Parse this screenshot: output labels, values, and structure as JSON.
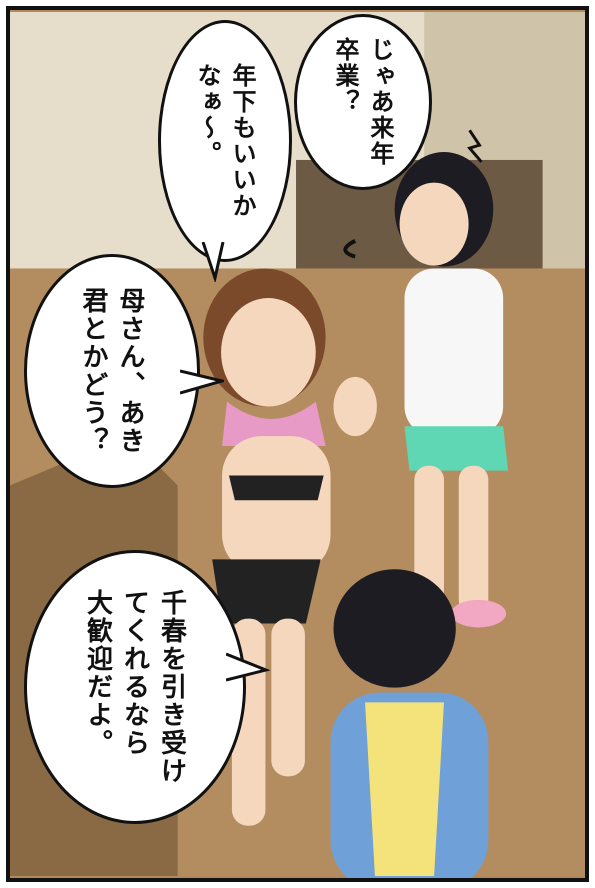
{
  "panel": {
    "bubbles": [
      {
        "text": "じゃあ来年\n卒業？"
      },
      {
        "text": "年下もいいか\nなぁ〜。"
      },
      {
        "text": "母さん、あき\n君とかどう？"
      },
      {
        "text": "千春を引き受け\nてくれるなら\n大歓迎だよ。"
      }
    ]
  },
  "colors": {
    "floor": "#b08a5e",
    "wall": "#e9e1d2",
    "towel": "#e79ac5",
    "shorts": "#5fd6b4",
    "apron": "#f4e27a",
    "shirt_blue": "#6fa0d8"
  }
}
